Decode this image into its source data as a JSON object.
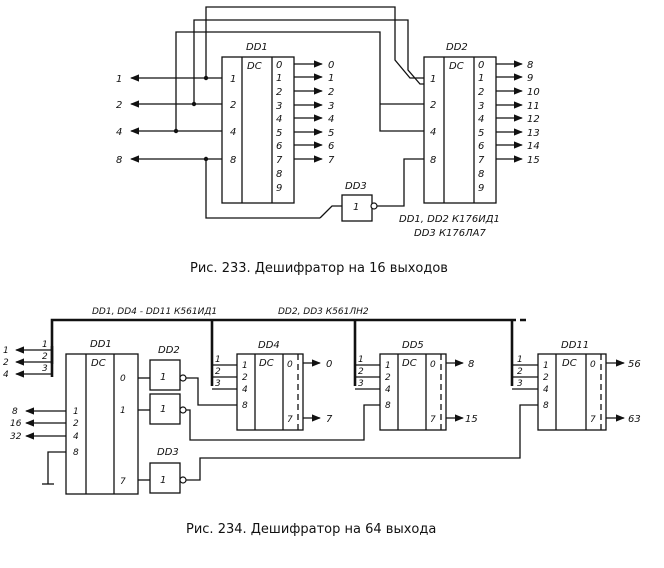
{
  "fig233": {
    "caption": "Рис. 233. Дешифратор на 16 выходов",
    "dd1": {
      "name": "DD1",
      "type": "DC"
    },
    "dd2": {
      "name": "DD2",
      "type": "DC"
    },
    "dd3": {
      "name": "DD3",
      "type": "1"
    },
    "input_labels": [
      "1",
      "2",
      "4",
      "8"
    ],
    "dd1_pins": [
      "0",
      "1",
      "2",
      "3",
      "4",
      "5",
      "6",
      "7",
      "8",
      "9"
    ],
    "dd1_outputs": [
      "0",
      "1",
      "2",
      "3",
      "4",
      "5",
      "6",
      "7"
    ],
    "dd2_pins": [
      "0",
      "1",
      "2",
      "3",
      "4",
      "5",
      "6",
      "7",
      "8",
      "9"
    ],
    "dd2_outputs": [
      "8",
      "9",
      "10",
      "11",
      "12",
      "13",
      "14",
      "15"
    ],
    "note_line1": "DD1, DD2   К176ИД1",
    "note_line2": "DD3   К176ЛА7"
  },
  "fig234": {
    "caption": "Рис. 234. Дешифратор на 64 выхода",
    "bus_label_left": "DD1, DD4 - DD11   К561ИД1",
    "bus_label_right": "DD2, DD3   К561ЛН2",
    "bus_taps": [
      "1",
      "2",
      "3"
    ],
    "bus_inputs": [
      "1",
      "2",
      "4"
    ],
    "dd1": {
      "name": "DD1",
      "type": "DC",
      "inputs": [
        "1",
        "2",
        "4",
        "8"
      ],
      "outputs": [
        "0",
        "1",
        "7"
      ]
    },
    "left_inputs": [
      "8",
      "16",
      "32"
    ],
    "dd2": {
      "name": "DD2",
      "gate": "1"
    },
    "dd3": {
      "name": "DD3",
      "gate": "1"
    },
    "dd4": {
      "name": "DD4",
      "type": "DC",
      "out_first": "0",
      "out_last": "7"
    },
    "dd5": {
      "name": "DD5",
      "type": "DC",
      "out_first": "8",
      "out_last": "15"
    },
    "dd11": {
      "name": "DD11",
      "type": "DC",
      "out_first": "56",
      "out_last": "63"
    }
  }
}
